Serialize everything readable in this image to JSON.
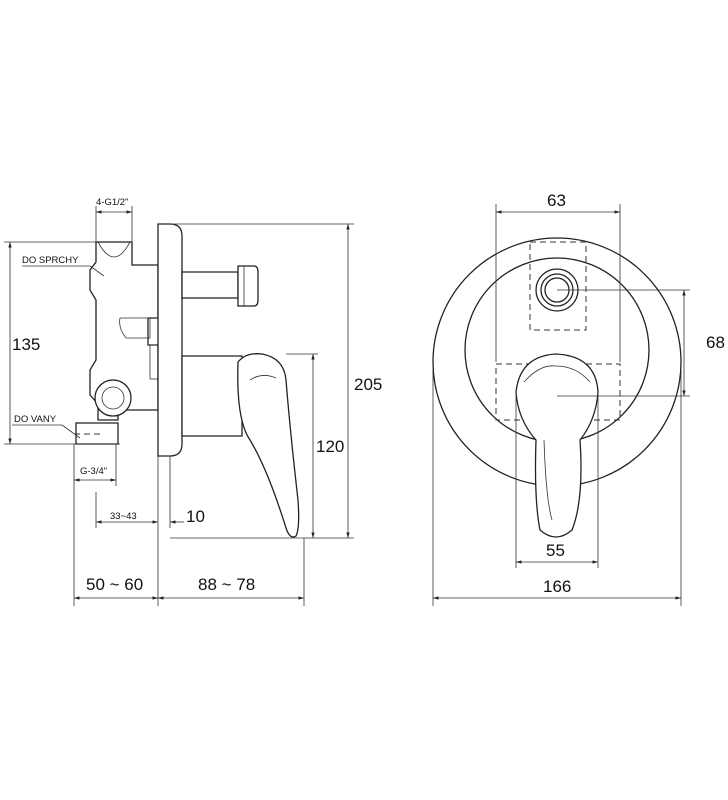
{
  "side_view": {
    "labels": {
      "top_thread": "4-G1/2\"",
      "shower_outlet": "DO SPRCHY",
      "bath_outlet": "DO VANY",
      "bottom_thread": "G-3/4\""
    },
    "dimensions": {
      "height_body": "135",
      "height_total": "205",
      "height_handle": "120",
      "adjust_range": "33~43",
      "plate_thickness": "10",
      "depth_body": "50 ~ 60",
      "depth_front": "88 ~ 78"
    }
  },
  "front_view": {
    "dimensions": {
      "width_top": "63",
      "offset_right": "68",
      "width_handle": "55",
      "diameter": "166"
    }
  }
}
